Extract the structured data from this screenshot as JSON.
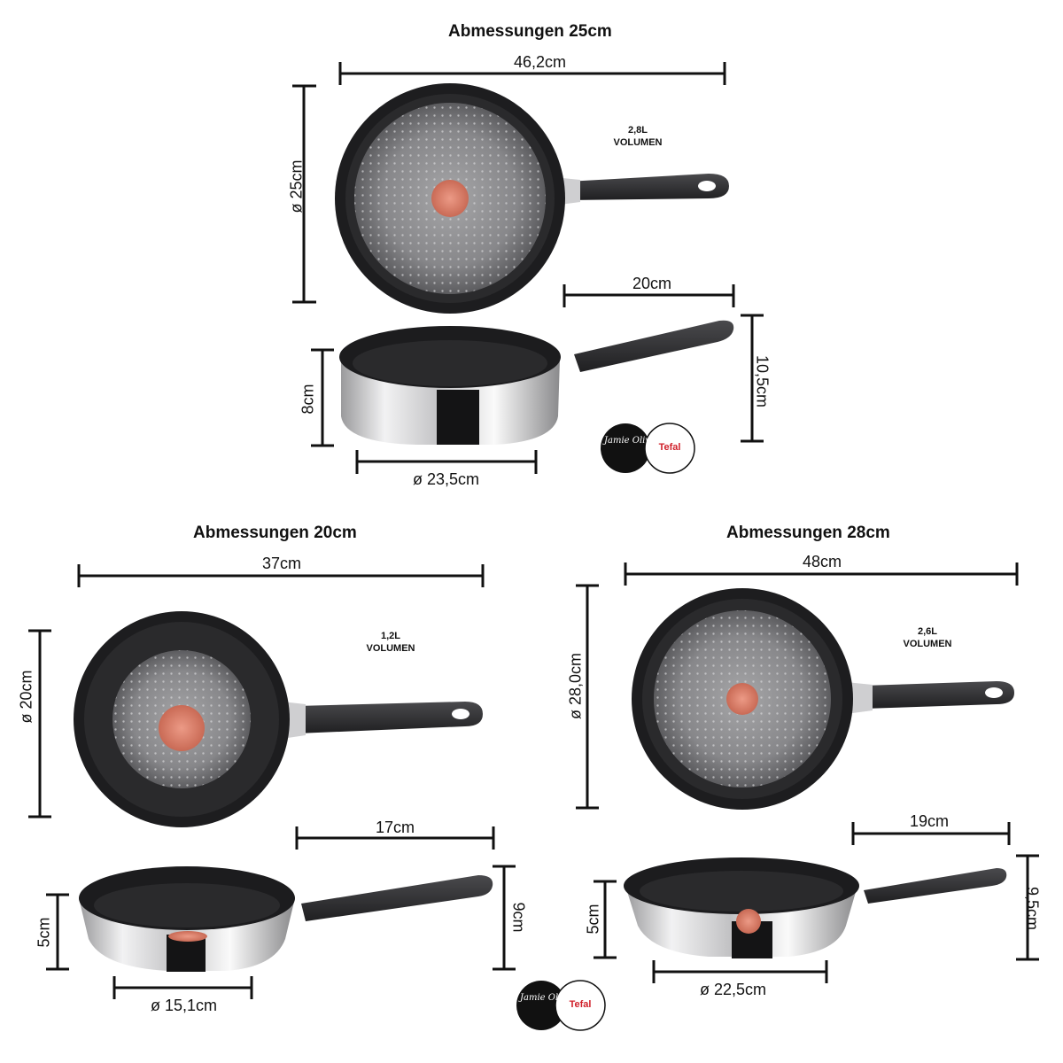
{
  "sections": [
    {
      "title": "Abmessungen 25cm",
      "top": {
        "width": "46,2cm",
        "diameter": "ø 25cm"
      },
      "volume": {
        "amount": "2,8L",
        "label": "VOLUMEN"
      },
      "side": {
        "handle": "20cm",
        "depth": "8cm",
        "base": "ø 23,5cm",
        "height": "10,5cm"
      }
    },
    {
      "title": "Abmessungen 20cm",
      "top": {
        "width": "37cm",
        "diameter": "ø 20cm"
      },
      "volume": {
        "amount": "1,2L",
        "label": "VOLUMEN"
      },
      "side": {
        "handle": "17cm",
        "depth": "5cm",
        "base": "ø 15,1cm",
        "height": "9cm"
      }
    },
    {
      "title": "Abmessungen 28cm",
      "top": {
        "width": "48cm",
        "diameter": "ø 28,0cm"
      },
      "volume": {
        "amount": "2,6L",
        "label": "VOLUMEN"
      },
      "side": {
        "handle": "19cm",
        "depth": "5cm",
        "base": "ø 22,5cm",
        "height": "9,5cm"
      }
    }
  ],
  "logos": {
    "brand_a": "Jamie Oliver",
    "brand_b": "Tefal",
    "colors": {
      "brand_a_bg": "#111111",
      "brand_b_text": "#d0202a"
    }
  },
  "colors": {
    "line": "#111111",
    "pan_coating": "#1e1e20",
    "pan_inner": "#8e8e90",
    "thermo_spot": "#d9826d",
    "steel": "#d9d9db",
    "handle": "#2b2b2d"
  }
}
